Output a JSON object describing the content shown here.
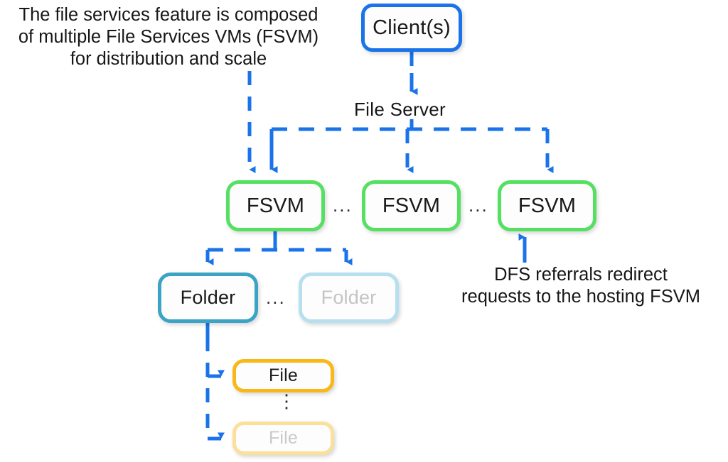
{
  "diagram": {
    "title": "Nutanix Files Services FSVM distribution diagram",
    "colors": {
      "client_border": "#1a73e8",
      "fsvm_border": "#55e062",
      "folder_border": "#3ba3c4",
      "folder_faded_border": "#b6dff0",
      "file_border": "#f9b816",
      "file_faded_border": "#fbe09a",
      "connector": "#1a73e8",
      "text": "#17171a",
      "faded_text": "#c4c4c4"
    }
  },
  "annotations": {
    "left": "The file services feature is composed\nof multiple File Services VMs (FSVM)\nfor distribution and scale",
    "right": "DFS referrals redirect\nrequests to the hosting FSVM"
  },
  "labels": {
    "file_server": "File Server",
    "ellipsis_horizontal": "...",
    "ellipsis_vertical": "⋮"
  },
  "nodes": {
    "client": {
      "label": "Client(s)"
    },
    "fsvms": [
      {
        "label": "FSVM",
        "state": "active"
      },
      {
        "label": "FSVM",
        "state": "active"
      },
      {
        "label": "FSVM",
        "state": "active"
      }
    ],
    "folders": [
      {
        "label": "Folder",
        "state": "active"
      },
      {
        "label": "Folder",
        "state": "faded"
      }
    ],
    "files": [
      {
        "label": "File",
        "state": "active"
      },
      {
        "label": "File",
        "state": "faded"
      }
    ]
  }
}
